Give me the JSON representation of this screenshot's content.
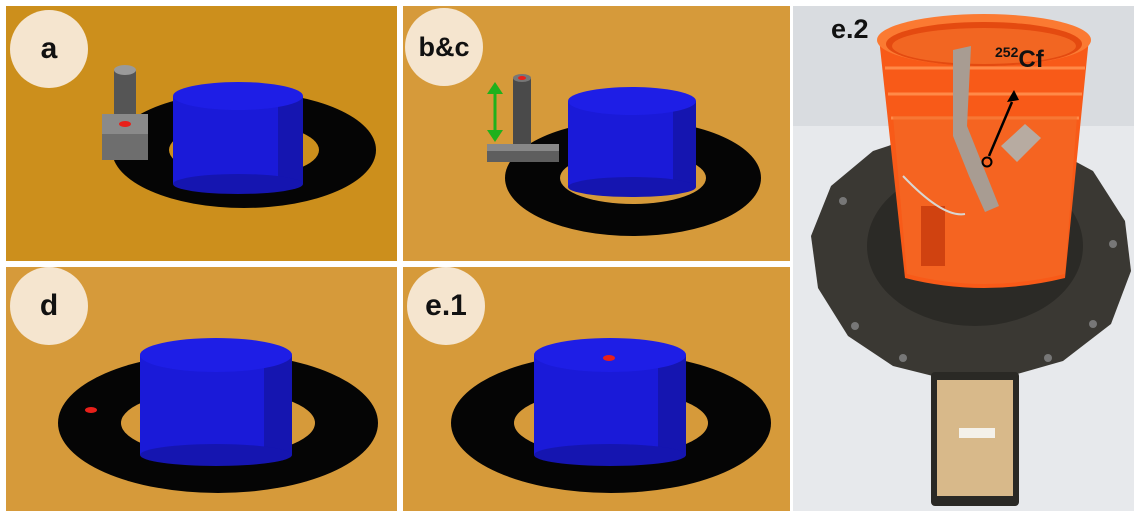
{
  "panels": [
    {
      "label": "a"
    },
    {
      "label": "b&c"
    },
    {
      "label": "d"
    },
    {
      "label": "e.1"
    },
    {
      "label": "e.2"
    }
  ],
  "source_label": {
    "isotope": "252",
    "element": "Cf"
  },
  "colors": {
    "panel_bg_a": "#cc8f1c",
    "panel_bg": "#d69a3a",
    "cylinder": "#1a1ad8",
    "ring": "#050505",
    "source_dot": "#e8201a",
    "arrow_green": "#1fb11c",
    "bucket": "#f85a18",
    "badge": "#f5e5cf"
  },
  "icons": [
    "double-arrow-icon",
    "source-dot-icon",
    "arrow-icon"
  ]
}
